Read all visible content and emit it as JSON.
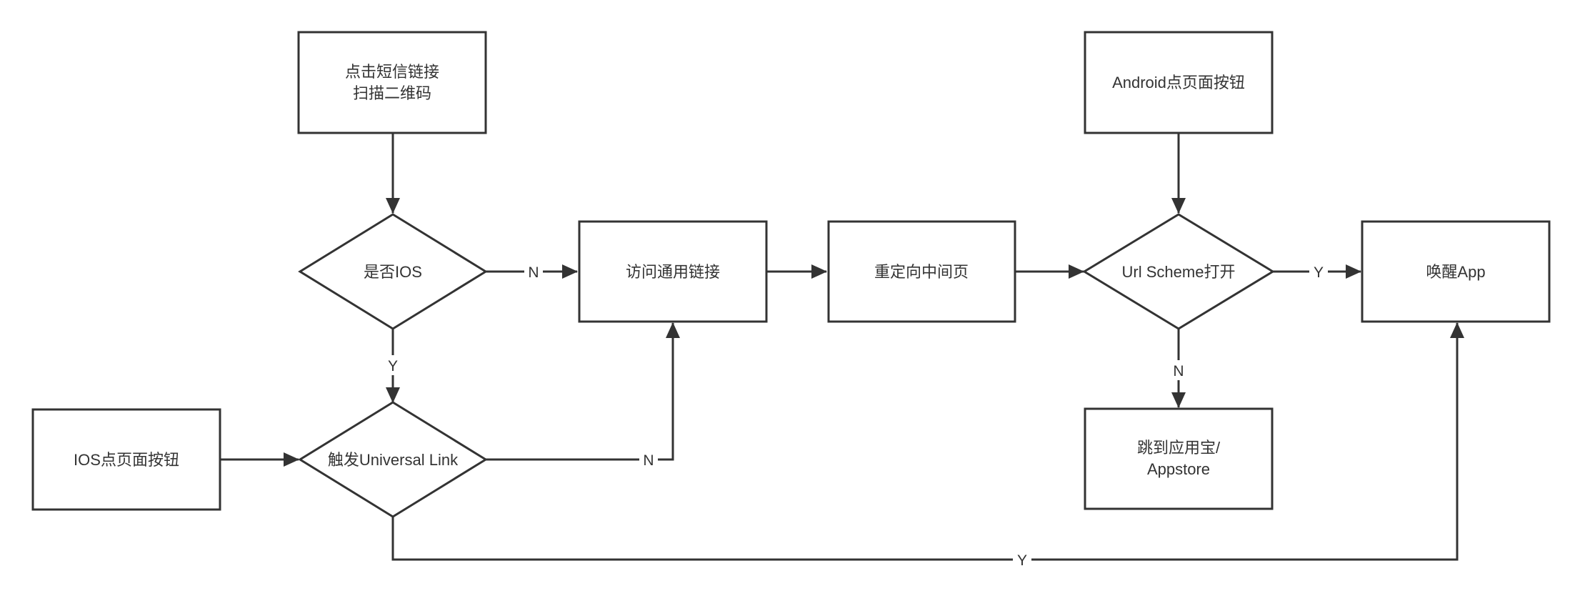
{
  "nodes": {
    "sms_scan": {
      "lines": [
        "点击短信链接",
        "扫描二维码"
      ]
    },
    "is_ios": {
      "lines": [
        "是否IOS"
      ]
    },
    "visit_universal_link": {
      "lines": [
        "访问通用链接"
      ]
    },
    "redirect_middle_page": {
      "lines": [
        "重定向中间页"
      ]
    },
    "url_scheme_open": {
      "lines": [
        "Url Scheme打开"
      ]
    },
    "wake_app": {
      "lines": [
        "唤醒App"
      ]
    },
    "android_button": {
      "lines": [
        "Android点页面按钮"
      ]
    },
    "ios_button": {
      "lines": [
        "IOS点页面按钮"
      ]
    },
    "trigger_universal_link": {
      "lines": [
        "触发Universal Link"
      ]
    },
    "jump_store": {
      "lines": [
        "跳到应用宝/",
        "Appstore"
      ]
    }
  },
  "edge_labels": {
    "is_ios_no": "N",
    "is_ios_yes": "Y",
    "url_scheme_yes": "Y",
    "url_scheme_no": "N",
    "universal_link_no": "N",
    "universal_link_yes": "Y"
  },
  "colors": {
    "stroke": "#333333",
    "fill": "#ffffff",
    "text": "#333333"
  }
}
